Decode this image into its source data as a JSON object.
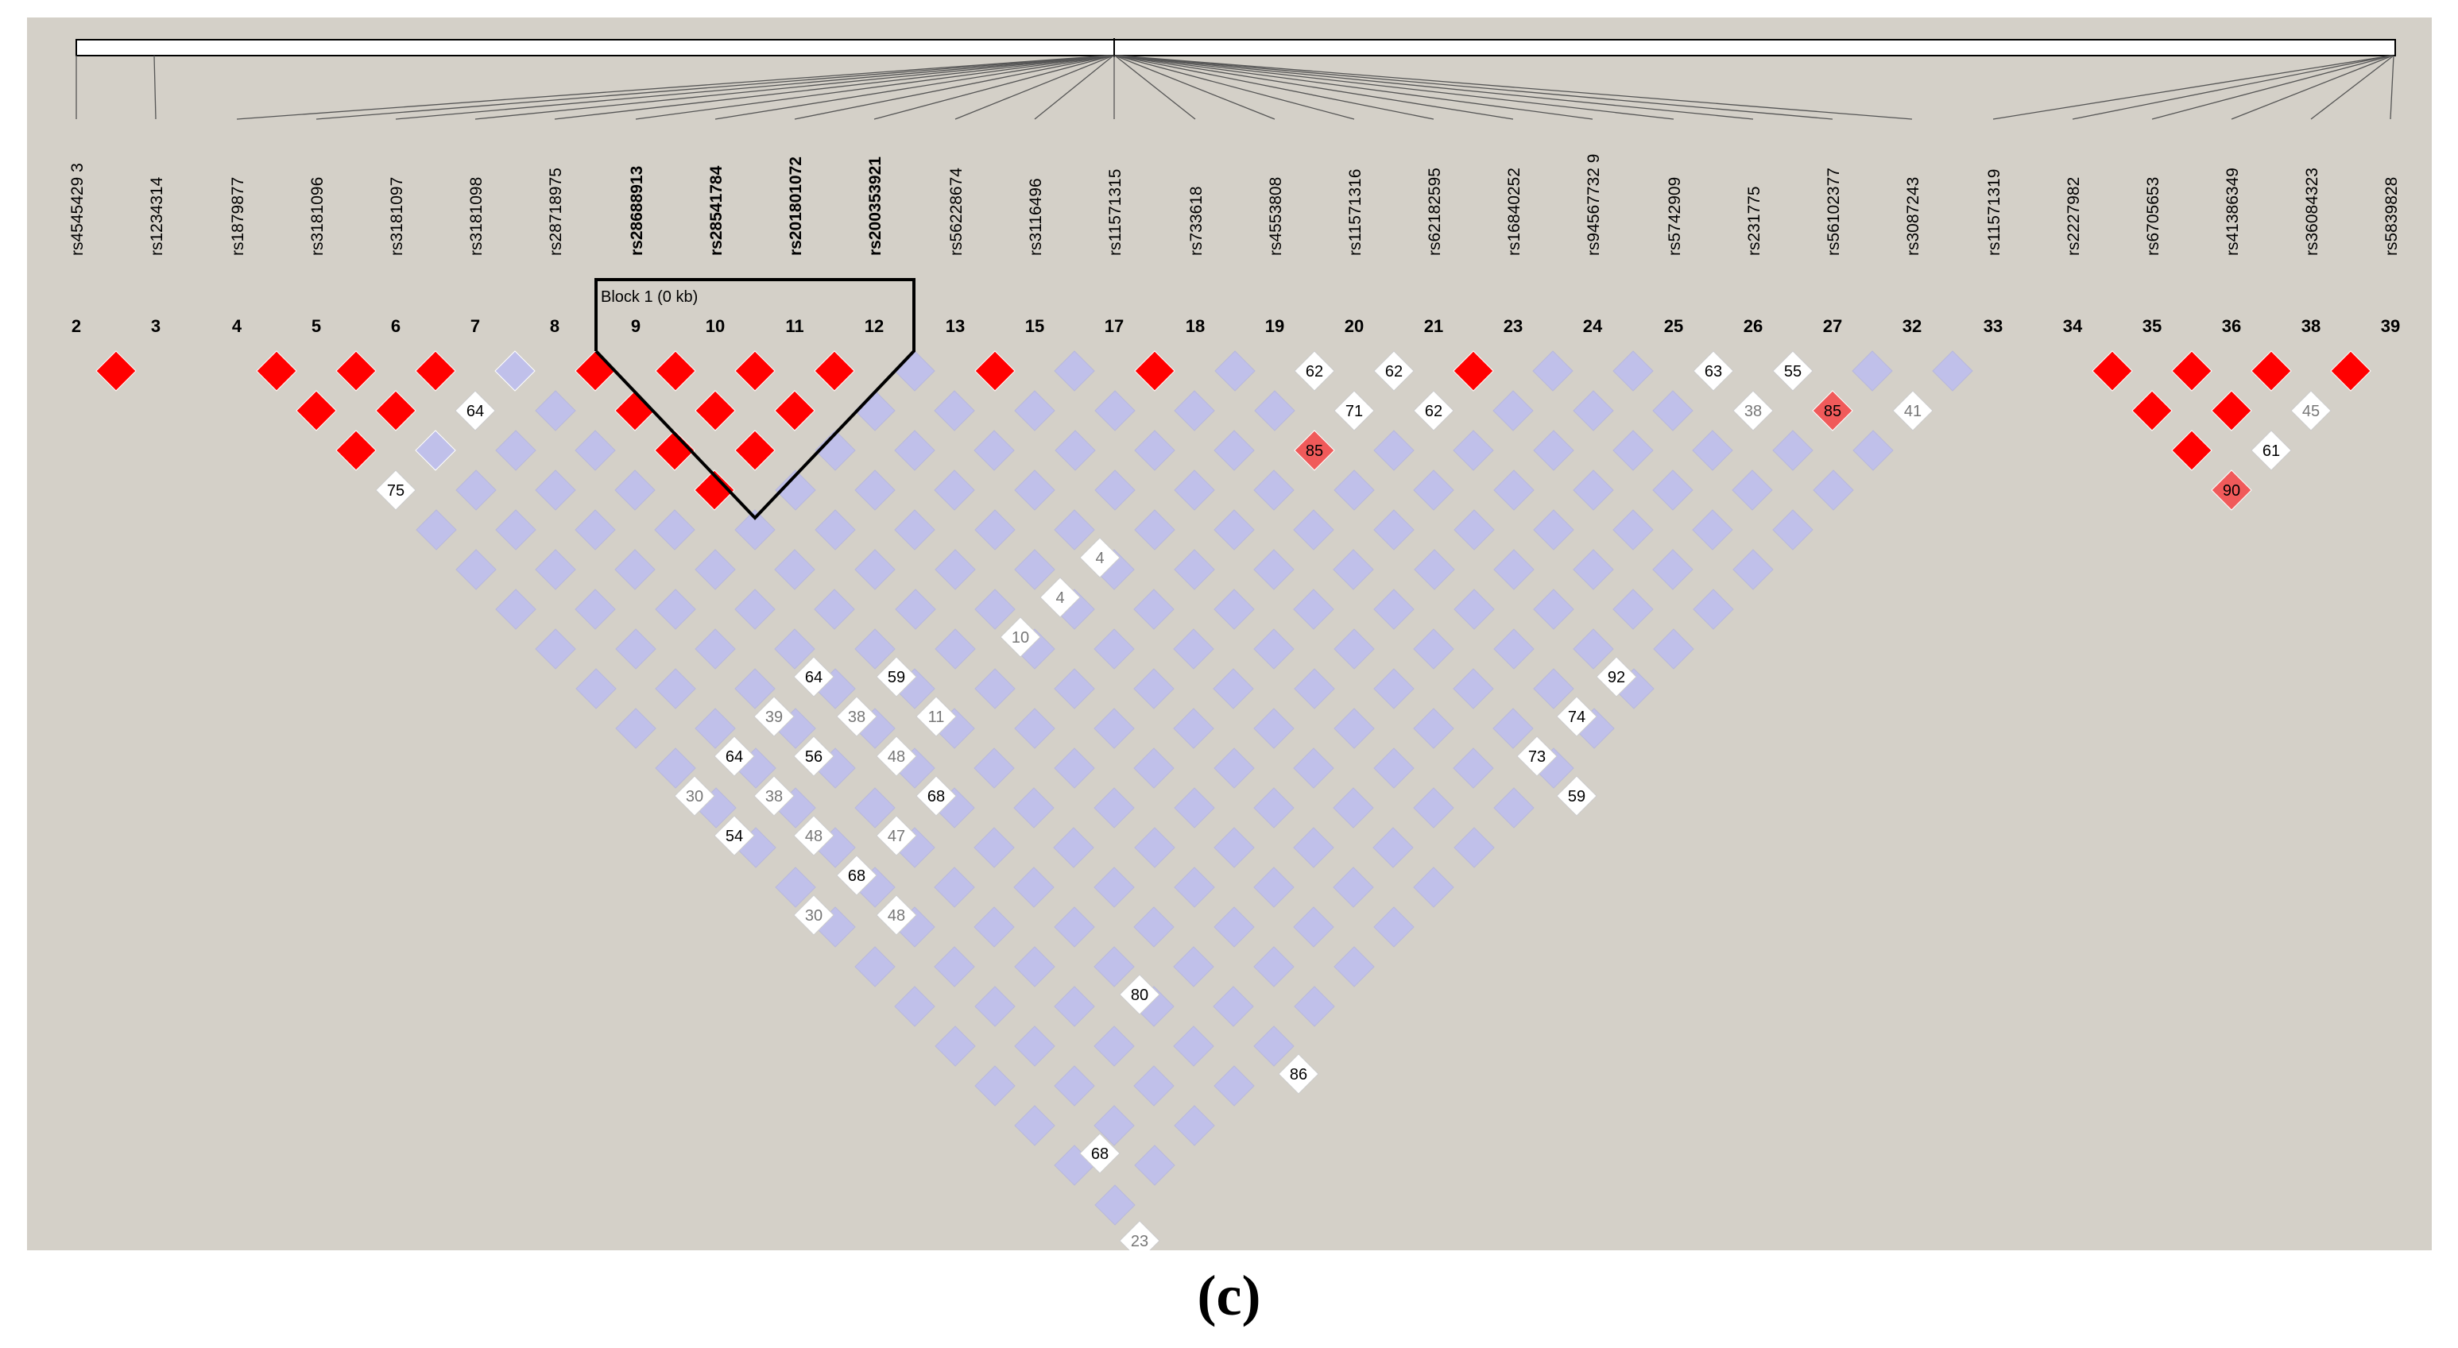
{
  "figure": {
    "panel_label": "(c)"
  },
  "snps": [
    {
      "index": "2",
      "name": "rs4545429 3",
      "bold": false
    },
    {
      "index": "3",
      "name": "rs1234314",
      "bold": false
    },
    {
      "index": "4",
      "name": "rs1879877",
      "bold": false
    },
    {
      "index": "5",
      "name": "rs3181096",
      "bold": false
    },
    {
      "index": "6",
      "name": "rs3181097",
      "bold": false
    },
    {
      "index": "7",
      "name": "rs3181098",
      "bold": false
    },
    {
      "index": "8",
      "name": "rs28718975",
      "bold": false
    },
    {
      "index": "9",
      "name": "rs28688913",
      "bold": true
    },
    {
      "index": "10",
      "name": "rs28541784",
      "bold": true
    },
    {
      "index": "11",
      "name": "rs201801072",
      "bold": true
    },
    {
      "index": "12",
      "name": "rs200353921",
      "bold": true
    },
    {
      "index": "13",
      "name": "rs56228674",
      "bold": false
    },
    {
      "index": "15",
      "name": "rs3116496",
      "bold": false
    },
    {
      "index": "17",
      "name": "rs11571315",
      "bold": false
    },
    {
      "index": "18",
      "name": "rs733618",
      "bold": false
    },
    {
      "index": "19",
      "name": "rs4553808",
      "bold": false
    },
    {
      "index": "20",
      "name": "rs11571316",
      "bold": false
    },
    {
      "index": "21",
      "name": "rs62182595",
      "bold": false
    },
    {
      "index": "23",
      "name": "rs16840252",
      "bold": false
    },
    {
      "index": "24",
      "name": "rs94567732 9",
      "bold": false
    },
    {
      "index": "25",
      "name": "rs5742909",
      "bold": false
    },
    {
      "index": "26",
      "name": "rs231775",
      "bold": false
    },
    {
      "index": "27",
      "name": "rs56102377",
      "bold": false
    },
    {
      "index": "32",
      "name": "rs3087243",
      "bold": false
    },
    {
      "index": "33",
      "name": "rs11571319",
      "bold": false
    },
    {
      "index": "34",
      "name": "rs2227982",
      "bold": false
    },
    {
      "index": "35",
      "name": "rs6705653",
      "bold": false
    },
    {
      "index": "36",
      "name": "rs41386349",
      "bold": false
    },
    {
      "index": "38",
      "name": "rs36084323",
      "bold": false
    },
    {
      "index": "39",
      "name": "rs5839828",
      "bold": false
    }
  ],
  "block": {
    "label": "Block 1 (0 kb)",
    "from_index": "9",
    "to_index": "12"
  },
  "legend_colors": {
    "strong_ld": "#ff0000",
    "strong_ld_partial": "#f05a5a",
    "low_lod_high_dprime": "#c0c0ea",
    "weak_ld": "#ffffff",
    "background": "#d4d0c8"
  },
  "cells": [
    {
      "i": "2",
      "j": "3",
      "c": "red",
      "v": ""
    },
    {
      "i": "4",
      "j": "5",
      "c": "red",
      "v": ""
    },
    {
      "i": "5",
      "j": "6",
      "c": "red",
      "v": ""
    },
    {
      "i": "6",
      "j": "7",
      "c": "red",
      "v": ""
    },
    {
      "i": "4",
      "j": "6",
      "c": "red",
      "v": ""
    },
    {
      "i": "5",
      "j": "7",
      "c": "red",
      "v": ""
    },
    {
      "i": "4",
      "j": "7",
      "c": "red",
      "v": ""
    },
    {
      "i": "7",
      "j": "8",
      "c": "blue",
      "v": ""
    },
    {
      "i": "6",
      "j": "8",
      "c": "white",
      "v": "64",
      "dark": true
    },
    {
      "i": "5",
      "j": "8",
      "c": "blue",
      "v": ""
    },
    {
      "i": "4",
      "j": "8",
      "c": "white",
      "v": "75",
      "dark": true
    },
    {
      "i": "8",
      "j": "9",
      "c": "red",
      "v": ""
    },
    {
      "i": "9",
      "j": "10",
      "c": "red",
      "v": ""
    },
    {
      "i": "10",
      "j": "11",
      "c": "red",
      "v": ""
    },
    {
      "i": "11",
      "j": "12",
      "c": "red",
      "v": ""
    },
    {
      "i": "9",
      "j": "11",
      "c": "red",
      "v": ""
    },
    {
      "i": "10",
      "j": "12",
      "c": "red",
      "v": ""
    },
    {
      "i": "9",
      "j": "12",
      "c": "red",
      "v": ""
    },
    {
      "i": "8",
      "j": "10",
      "c": "red",
      "v": ""
    },
    {
      "i": "8",
      "j": "11",
      "c": "red",
      "v": ""
    },
    {
      "i": "8",
      "j": "12",
      "c": "red",
      "v": ""
    },
    {
      "i": "13",
      "j": "15",
      "c": "red",
      "v": ""
    },
    {
      "i": "17",
      "j": "18",
      "c": "red",
      "v": ""
    },
    {
      "i": "19",
      "j": "20",
      "c": "white",
      "v": "62",
      "dark": true
    },
    {
      "i": "20",
      "j": "21",
      "c": "white",
      "v": "62",
      "dark": true
    },
    {
      "i": "21",
      "j": "23",
      "c": "red",
      "v": ""
    },
    {
      "i": "19",
      "j": "21",
      "c": "white",
      "v": "71",
      "dark": true
    },
    {
      "i": "20",
      "j": "23",
      "c": "white",
      "v": "62",
      "dark": true
    },
    {
      "i": "18",
      "j": "21",
      "c": "pink",
      "v": "85",
      "dark": true
    },
    {
      "i": "25",
      "j": "26",
      "c": "white",
      "v": "63",
      "dark": true
    },
    {
      "i": "26",
      "j": "27",
      "c": "white",
      "v": "55",
      "dark": true
    },
    {
      "i": "25",
      "j": "27",
      "c": "white",
      "v": "38",
      "dark": false
    },
    {
      "i": "26",
      "j": "32",
      "c": "pink",
      "v": "85",
      "dark": true
    },
    {
      "i": "27",
      "j": "33",
      "c": "white",
      "v": "41",
      "dark": false
    },
    {
      "i": "34",
      "j": "35",
      "c": "red",
      "v": ""
    },
    {
      "i": "35",
      "j": "36",
      "c": "red",
      "v": ""
    },
    {
      "i": "36",
      "j": "38",
      "c": "red",
      "v": ""
    },
    {
      "i": "38",
      "j": "39",
      "c": "red",
      "v": ""
    },
    {
      "i": "34",
      "j": "36",
      "c": "red",
      "v": ""
    },
    {
      "i": "35",
      "j": "38",
      "c": "red",
      "v": ""
    },
    {
      "i": "36",
      "j": "39",
      "c": "white",
      "v": "45",
      "dark": false
    },
    {
      "i": "34",
      "j": "38",
      "c": "red",
      "v": ""
    },
    {
      "i": "35",
      "j": "39",
      "c": "white",
      "v": "61",
      "dark": true
    },
    {
      "i": "34",
      "j": "39",
      "c": "pink",
      "v": "90",
      "dark": true
    }
  ],
  "extra_labels": [
    {
      "v": "4",
      "dark": false
    },
    {
      "v": "4",
      "dark": false
    },
    {
      "v": "10",
      "dark": false
    },
    {
      "v": "64",
      "dark": true
    },
    {
      "v": "59",
      "dark": true
    },
    {
      "v": "39",
      "dark": false
    },
    {
      "v": "38",
      "dark": false
    },
    {
      "v": "11",
      "dark": false
    },
    {
      "v": "64",
      "dark": true
    },
    {
      "v": "56",
      "dark": true
    },
    {
      "v": "48",
      "dark": false
    },
    {
      "v": "30",
      "dark": false
    },
    {
      "v": "38",
      "dark": false
    },
    {
      "v": "68",
      "dark": true
    },
    {
      "v": "54",
      "dark": true
    },
    {
      "v": "48",
      "dark": false
    },
    {
      "v": "47",
      "dark": false
    },
    {
      "v": "68",
      "dark": true
    },
    {
      "v": "30",
      "dark": false
    },
    {
      "v": "48",
      "dark": false
    },
    {
      "v": "80",
      "dark": true
    },
    {
      "v": "68",
      "dark": true
    },
    {
      "v": "86",
      "dark": true
    },
    {
      "v": "73",
      "dark": true
    },
    {
      "v": "59",
      "dark": true
    },
    {
      "v": "92",
      "dark": true
    },
    {
      "v": "74",
      "dark": true
    },
    {
      "v": "23",
      "dark": false
    }
  ]
}
